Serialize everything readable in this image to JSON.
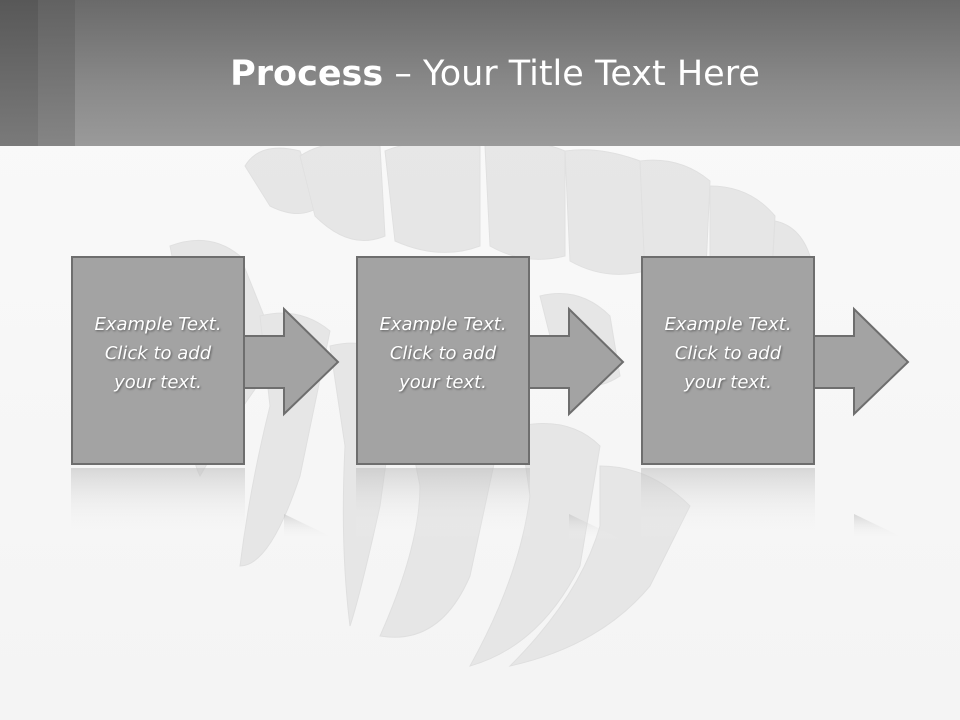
{
  "slide": {
    "title_bold": "Process",
    "title_rest": " – Your Title Text Here"
  },
  "steps": [
    {
      "text": "Example Text.\nClick  to add\nyour text."
    },
    {
      "text": "Example Text.\nClick  to add\nyour text."
    },
    {
      "text": "Example Text.\nClick  to add\nyour text."
    }
  ],
  "colors": {
    "header": "#8a8a8a",
    "box_fill": "#a3a3a3",
    "box_border": "#6e6e6e",
    "text": "#ffffff"
  }
}
